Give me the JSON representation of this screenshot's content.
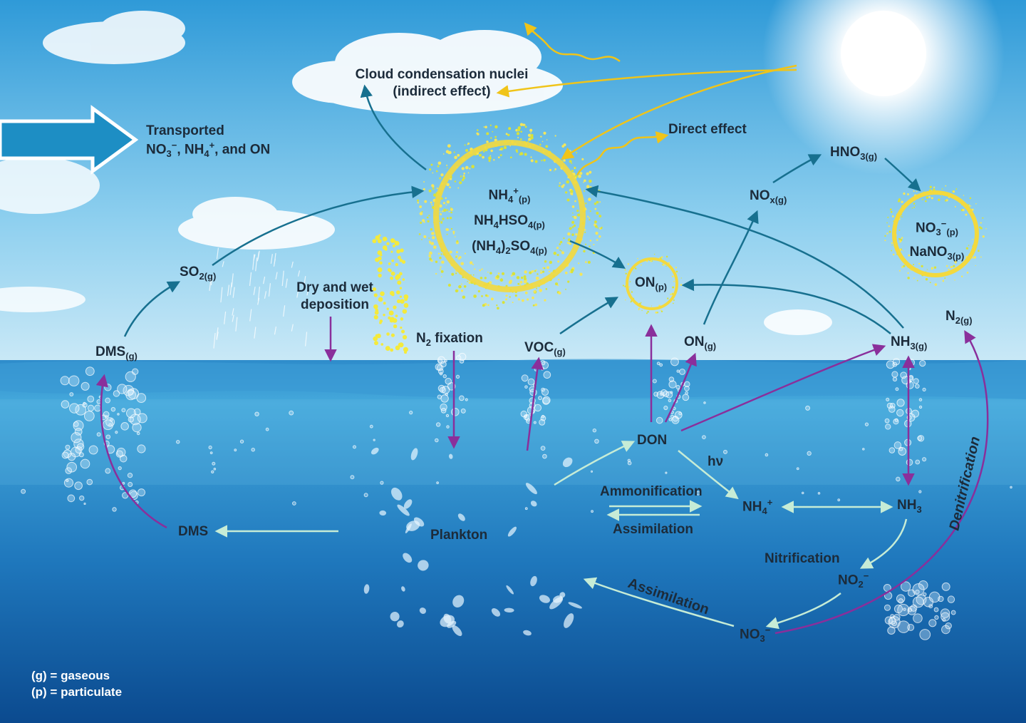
{
  "colors": {
    "sky_top": "#3aa3dc",
    "sky_bottom": "#bfe3f5",
    "sea_top": "#2d8fcb",
    "sea_bottom": "#0d4e93",
    "teal_arrow": "#17708f",
    "purple_arrow": "#8a2f9b",
    "light_arrow": "#c6ecd6",
    "sun_ray": "#f0c419"
  },
  "labels": {
    "cloud_line1": "Cloud condensation nuclei",
    "cloud_line2": "(indirect effect)",
    "transported_line1": "Transported",
    "transported_line2": "NO3−, NH4+, and ON",
    "direct_effect": "Direct effect",
    "hno3": "HNO3(g)",
    "nox": "NOx(g)",
    "nh4_particle": "NH4+(p)",
    "nh4hso4": "NH4HSO4(p)",
    "nh42so4": "(NH4)2SO4(p)",
    "no3_particle": "NO3−(p)",
    "nano3": "NaNO3(p)",
    "so2": "SO2(g)",
    "dry_wet_line1": "Dry and wet",
    "dry_wet_line2": "deposition",
    "on_particle": "ON(p)",
    "n2_fixation": "N2 fixation",
    "voc": "VOC(g)",
    "on_gas": "ON(g)",
    "nh3_gas": "NH3(g)",
    "n2_gas": "N2(g)",
    "dms_gas": "DMS(g)",
    "don": "DON",
    "hv": "hν",
    "ammonification": "Ammonification",
    "assimilation_top": "Assimilation",
    "nh4_aq": "NH4+",
    "nh3_aq": "NH3",
    "dms": "DMS",
    "plankton": "Plankton",
    "denitrification": "Denitrification",
    "nitrification": "Nitrification",
    "no2": "NO2−",
    "assimilation_bottom": "Assimilation",
    "no3": "NO3−",
    "legend_gaseous": "(g) = gaseous",
    "legend_particulate": "(p) = particulate"
  }
}
